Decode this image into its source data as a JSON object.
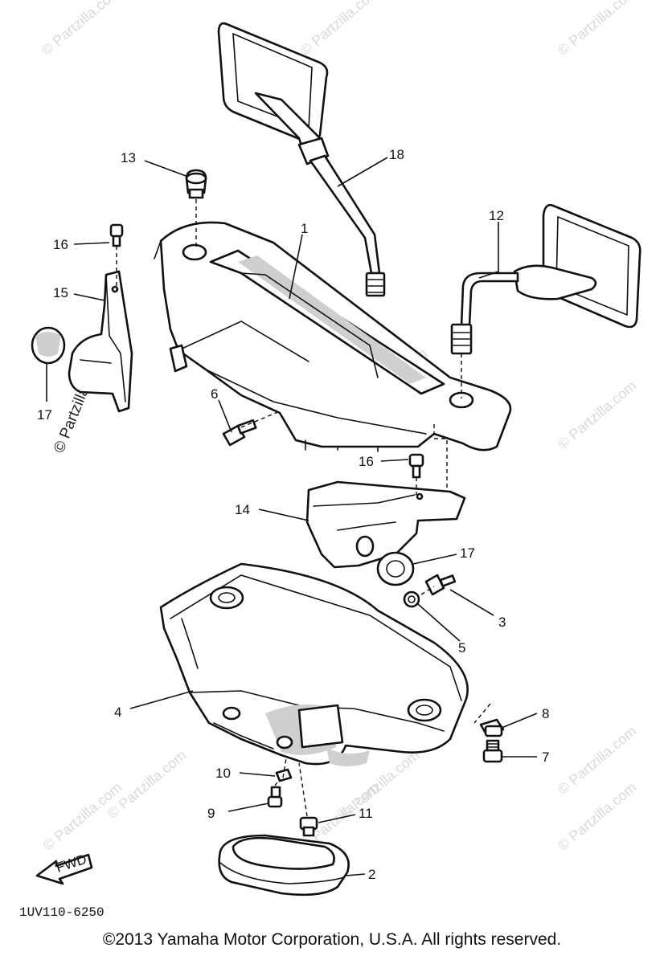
{
  "watermark_text": "© Partzilla.com",
  "side_watermark_text": "© Partzilla.com",
  "diagram_code": "1UV110-6250",
  "fwd_label": "FWD",
  "copyright": "©2013  Yamaha Motor Corporation, U.S.A. All rights reserved.",
  "callouts": {
    "c1": "1",
    "c2": "2",
    "c3": "3",
    "c4": "4",
    "c5": "5",
    "c6": "6",
    "c7": "7",
    "c8": "8",
    "c9": "9",
    "c10": "10",
    "c11": "11",
    "c12": "12",
    "c13": "13",
    "c14": "14",
    "c15": "15",
    "c16a": "16",
    "c16b": "16",
    "c17a": "17",
    "c17b": "17",
    "c18": "18"
  }
}
